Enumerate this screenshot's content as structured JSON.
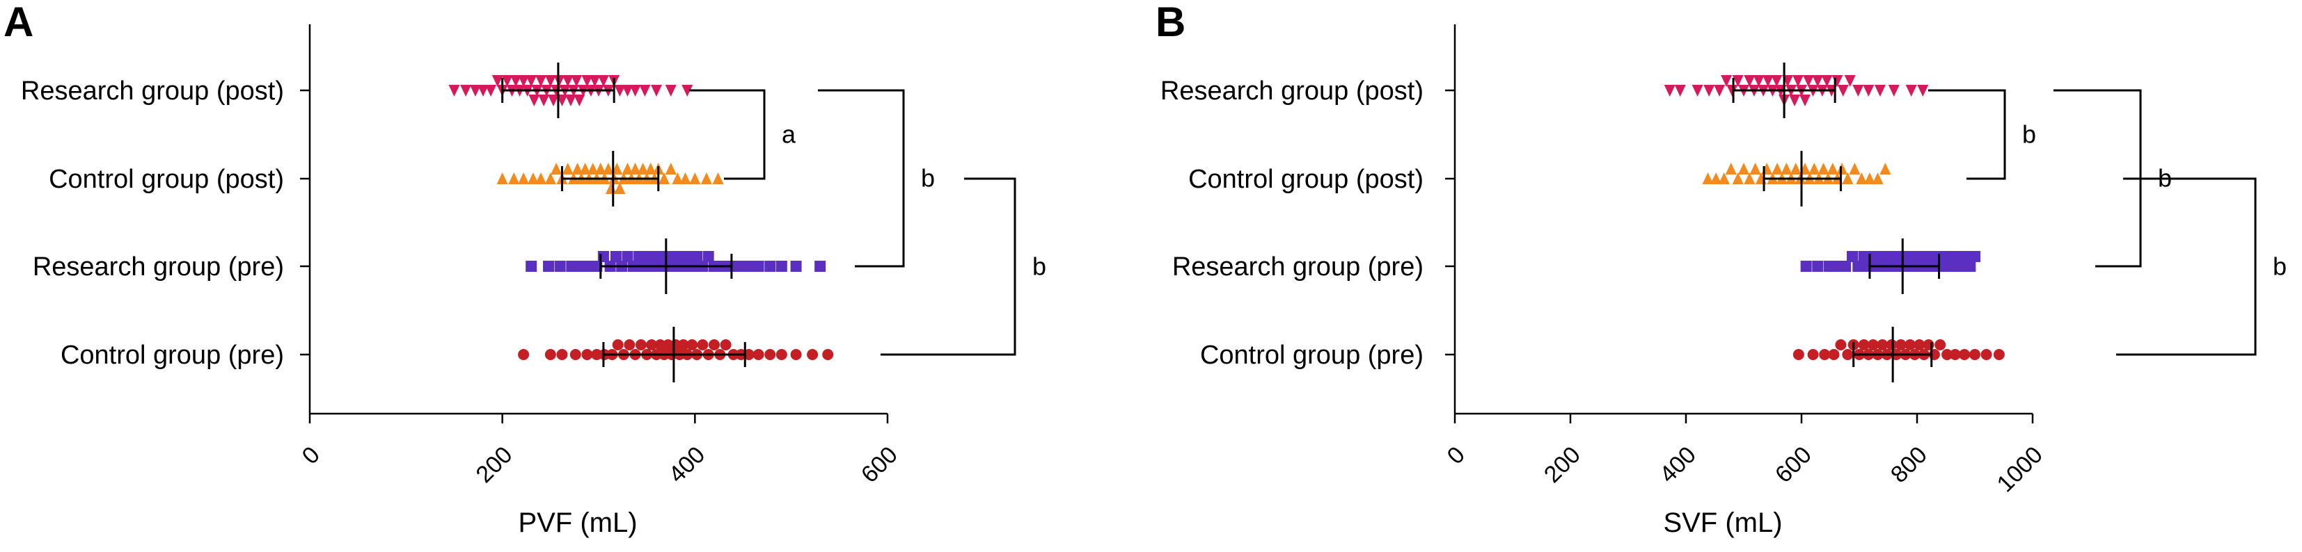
{
  "chart_data": [
    {
      "type": "scatter",
      "panel_label": "A",
      "xlabel": "PVF (mL)",
      "xlim": [
        0,
        600
      ],
      "xticks": [
        "0",
        "200",
        "400",
        "600"
      ],
      "categories": [
        "Research group (post)",
        "Control group (post)",
        "Research group (pre)",
        "Control group (pre)"
      ],
      "series": [
        {
          "category": "Research group (post)",
          "marker": "triangle-down",
          "color": "#d6195b",
          "mean": 258,
          "sd_low": 200,
          "sd_high": 316,
          "values": [
            150,
            162,
            172,
            180,
            188,
            195,
            200,
            205,
            210,
            214,
            218,
            222,
            226,
            230,
            233,
            236,
            240,
            243,
            246,
            250,
            253,
            256,
            259,
            262,
            265,
            268,
            271,
            274,
            277,
            280,
            284,
            288,
            292,
            296,
            300,
            305,
            310,
            316,
            322,
            330,
            338,
            348,
            360,
            375,
            392
          ]
        },
        {
          "category": "Control group (post)",
          "marker": "triangle-up",
          "color": "#f28a1e",
          "mean": 315,
          "sd_low": 262,
          "sd_high": 362,
          "values": [
            200,
            212,
            222,
            232,
            240,
            250,
            256,
            262,
            268,
            274,
            278,
            282,
            286,
            290,
            294,
            298,
            302,
            306,
            310,
            313,
            316,
            319,
            322,
            326,
            330,
            334,
            338,
            342,
            346,
            350,
            354,
            358,
            362,
            368,
            375,
            382,
            390,
            400,
            412,
            424
          ]
        },
        {
          "category": "Research group (pre)",
          "marker": "square",
          "color": "#5a2fc2",
          "mean": 370,
          "sd_low": 302,
          "sd_high": 438,
          "values": [
            230,
            248,
            260,
            272,
            282,
            290,
            298,
            305,
            312,
            318,
            324,
            330,
            336,
            342,
            347,
            352,
            356,
            360,
            364,
            368,
            372,
            376,
            380,
            384,
            388,
            392,
            397,
            402,
            408,
            414,
            420,
            428,
            436,
            446,
            456,
            466,
            478,
            490,
            505,
            530
          ]
        },
        {
          "category": "Control group (pre)",
          "marker": "circle",
          "color": "#c31f24",
          "mean": 378,
          "sd_low": 305,
          "sd_high": 452,
          "values": [
            222,
            250,
            262,
            276,
            288,
            298,
            306,
            314,
            320,
            326,
            332,
            338,
            344,
            350,
            355,
            360,
            364,
            368,
            372,
            376,
            380,
            384,
            388,
            392,
            397,
            402,
            408,
            414,
            420,
            426,
            432,
            440,
            448,
            456,
            466,
            478,
            490,
            505,
            522,
            538
          ]
        }
      ],
      "brackets": [
        {
          "from": "Research group (post)",
          "to": "Control group (post)",
          "label": "a"
        },
        {
          "from": "Research group (post)",
          "to": "Research group (pre)",
          "label": "b"
        },
        {
          "from": "Control group (post)",
          "to": "Control group (pre)",
          "label": "b"
        }
      ]
    },
    {
      "type": "scatter",
      "panel_label": "B",
      "xlabel": "SVF (mL)",
      "xlim": [
        0,
        1000
      ],
      "xticks": [
        "0",
        "200",
        "400",
        "600",
        "800",
        "1000"
      ],
      "categories": [
        "Research group (post)",
        "Control group (post)",
        "Research group (pre)",
        "Control group (pre)"
      ],
      "series": [
        {
          "category": "Research group (post)",
          "marker": "triangle-down",
          "color": "#d6195b",
          "mean": 570,
          "sd_low": 482,
          "sd_high": 658,
          "values": [
            372,
            390,
            420,
            440,
            458,
            470,
            480,
            490,
            500,
            510,
            518,
            526,
            534,
            542,
            550,
            557,
            564,
            570,
            576,
            582,
            588,
            594,
            600,
            606,
            612,
            620,
            628,
            636,
            644,
            652,
            662,
            672,
            684,
            698,
            716,
            736,
            760,
            790,
            810
          ]
        },
        {
          "category": "Control group (post)",
          "marker": "triangle-up",
          "color": "#f28a1e",
          "mean": 600,
          "sd_low": 535,
          "sd_high": 668,
          "values": [
            438,
            452,
            466,
            478,
            490,
            500,
            510,
            520,
            530,
            540,
            550,
            558,
            566,
            574,
            582,
            590,
            598,
            606,
            614,
            622,
            630,
            638,
            646,
            654,
            662,
            670,
            680,
            692,
            704,
            718,
            732,
            745
          ]
        },
        {
          "category": "Research group (pre)",
          "marker": "square",
          "color": "#5a2fc2",
          "mean": 775,
          "sd_low": 718,
          "sd_high": 838,
          "values": [
            608,
            628,
            648,
            662,
            676,
            688,
            698,
            708,
            716,
            724,
            732,
            740,
            748,
            756,
            764,
            772,
            780,
            788,
            796,
            804,
            812,
            820,
            828,
            836,
            844,
            852,
            860,
            868,
            876,
            884,
            892,
            900
          ]
        },
        {
          "category": "Control group (pre)",
          "marker": "circle",
          "color": "#c31f24",
          "mean": 758,
          "sd_low": 690,
          "sd_high": 825,
          "values": [
            595,
            620,
            640,
            656,
            668,
            680,
            690,
            700,
            708,
            716,
            724,
            732,
            740,
            748,
            756,
            764,
            772,
            780,
            788,
            796,
            804,
            812,
            820,
            830,
            840,
            852,
            866,
            882,
            900,
            920,
            942
          ]
        }
      ],
      "brackets": [
        {
          "from": "Research group (post)",
          "to": "Control group (post)",
          "label": "b"
        },
        {
          "from": "Research group (post)",
          "to": "Research group (pre)",
          "label": "b"
        },
        {
          "from": "Control group (post)",
          "to": "Control group (pre)",
          "label": "b"
        }
      ]
    }
  ]
}
